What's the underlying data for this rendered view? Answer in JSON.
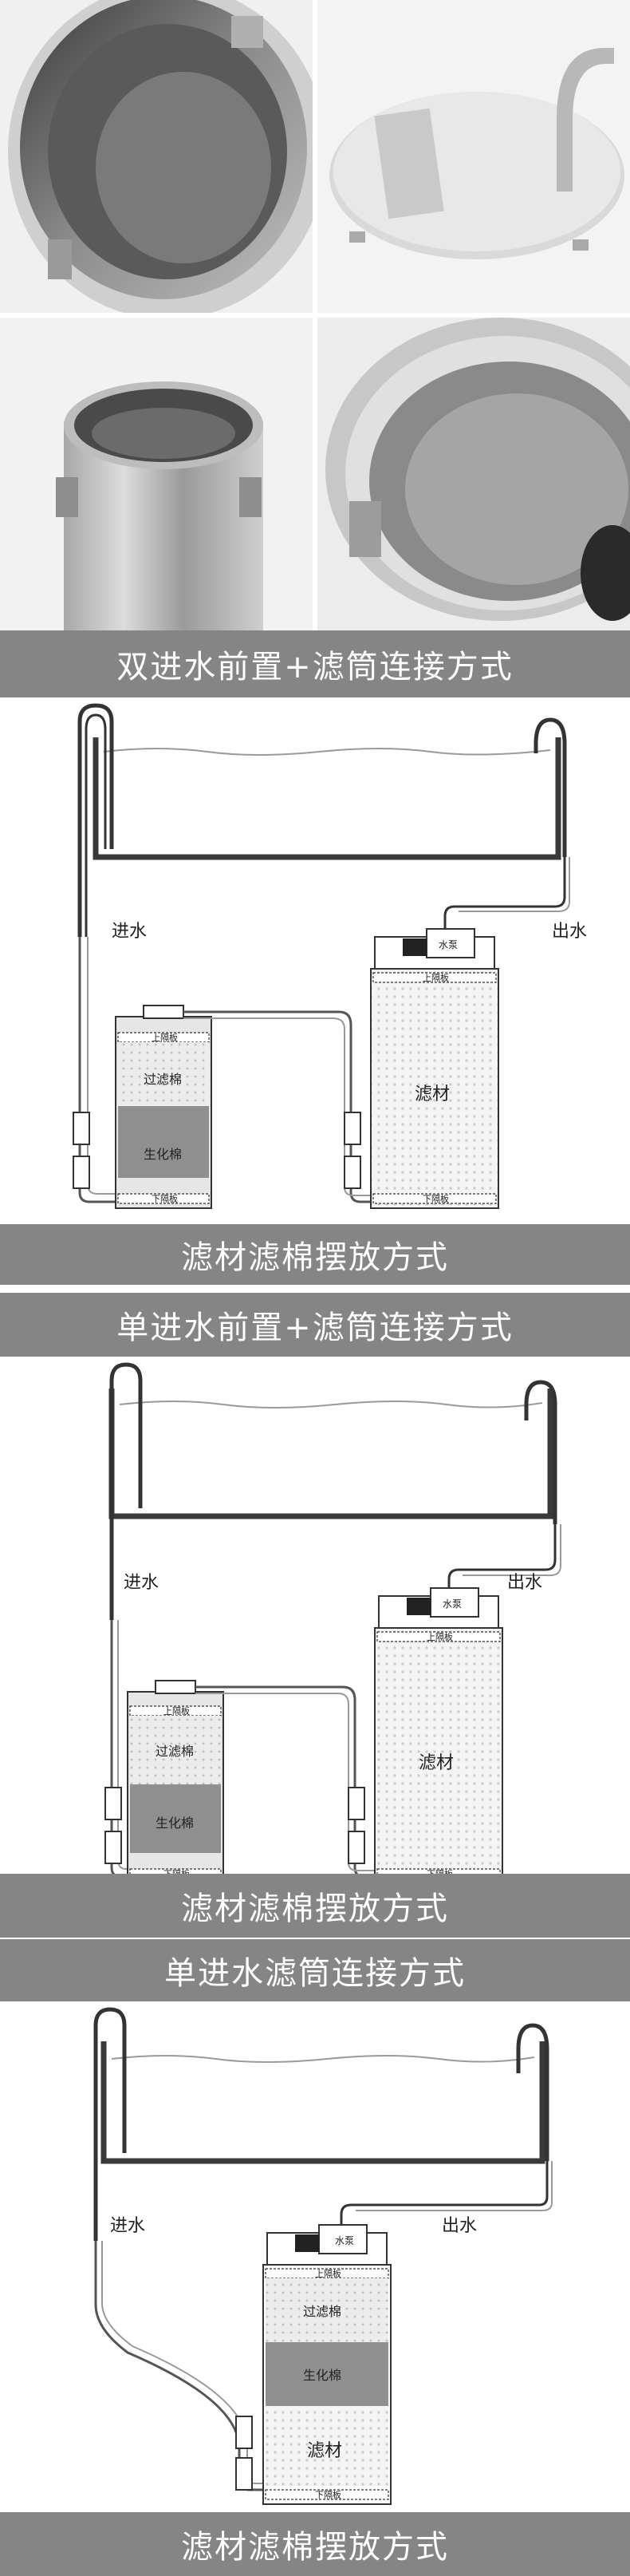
{
  "banners": {
    "b1": "双进水前置+滤筒连接方式",
    "b2": "滤材滤棉摆放方式",
    "b3": "单进水前置+滤筒连接方式",
    "b4": "滤材滤棉摆放方式",
    "b5": "单进水滤筒连接方式",
    "b6": "滤材滤棉摆放方式"
  },
  "diagram1": {
    "inlet": "进水",
    "outlet": "出水",
    "pump": "水泵",
    "top_plate": "上隔板",
    "bottom_plate": "下隔板",
    "media": "滤材",
    "pre_top_plate": "上隔板",
    "pre_bottom_plate": "下隔板",
    "filter_cotton": "过滤棉",
    "bio_cotton": "生化棉"
  },
  "diagram2": {
    "inlet": "进水",
    "outlet": "出水",
    "pump": "水泵",
    "top_plate": "上隔板",
    "bottom_plate": "下隔板",
    "media": "滤材",
    "pre_top_plate": "上隔板",
    "pre_bottom_plate": "下隔板",
    "filter_cotton": "过滤棉",
    "bio_cotton": "生化棉"
  },
  "diagram3": {
    "inlet": "进水",
    "outlet": "出水",
    "pump": "水泵",
    "top_plate": "上隔板",
    "bottom_plate": "下隔板",
    "filter_cotton": "过滤棉",
    "bio_cotton": "生化棉",
    "media": "滤材"
  },
  "colors": {
    "banner": "#858585",
    "pipe": "#333333",
    "tank": "#3a3a3a"
  }
}
